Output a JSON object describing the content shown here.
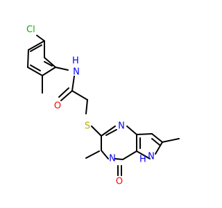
{
  "atom_labels": {
    "chlorine": "Cl",
    "amide_nh": "H",
    "amide_n": "N",
    "carbonyl_o": "O",
    "thioether_s": "S",
    "ring_n1": "N",
    "ring_n3": "N",
    "oxo_o": "O",
    "pyrrole_nh": "H",
    "pyrrole_n": "N"
  },
  "colors": {
    "bond": "#000000",
    "oxygen": "#ff0000",
    "nitrogen": "#0000ff",
    "sulfur": "#b3b300",
    "chlorine": "#00b300"
  }
}
